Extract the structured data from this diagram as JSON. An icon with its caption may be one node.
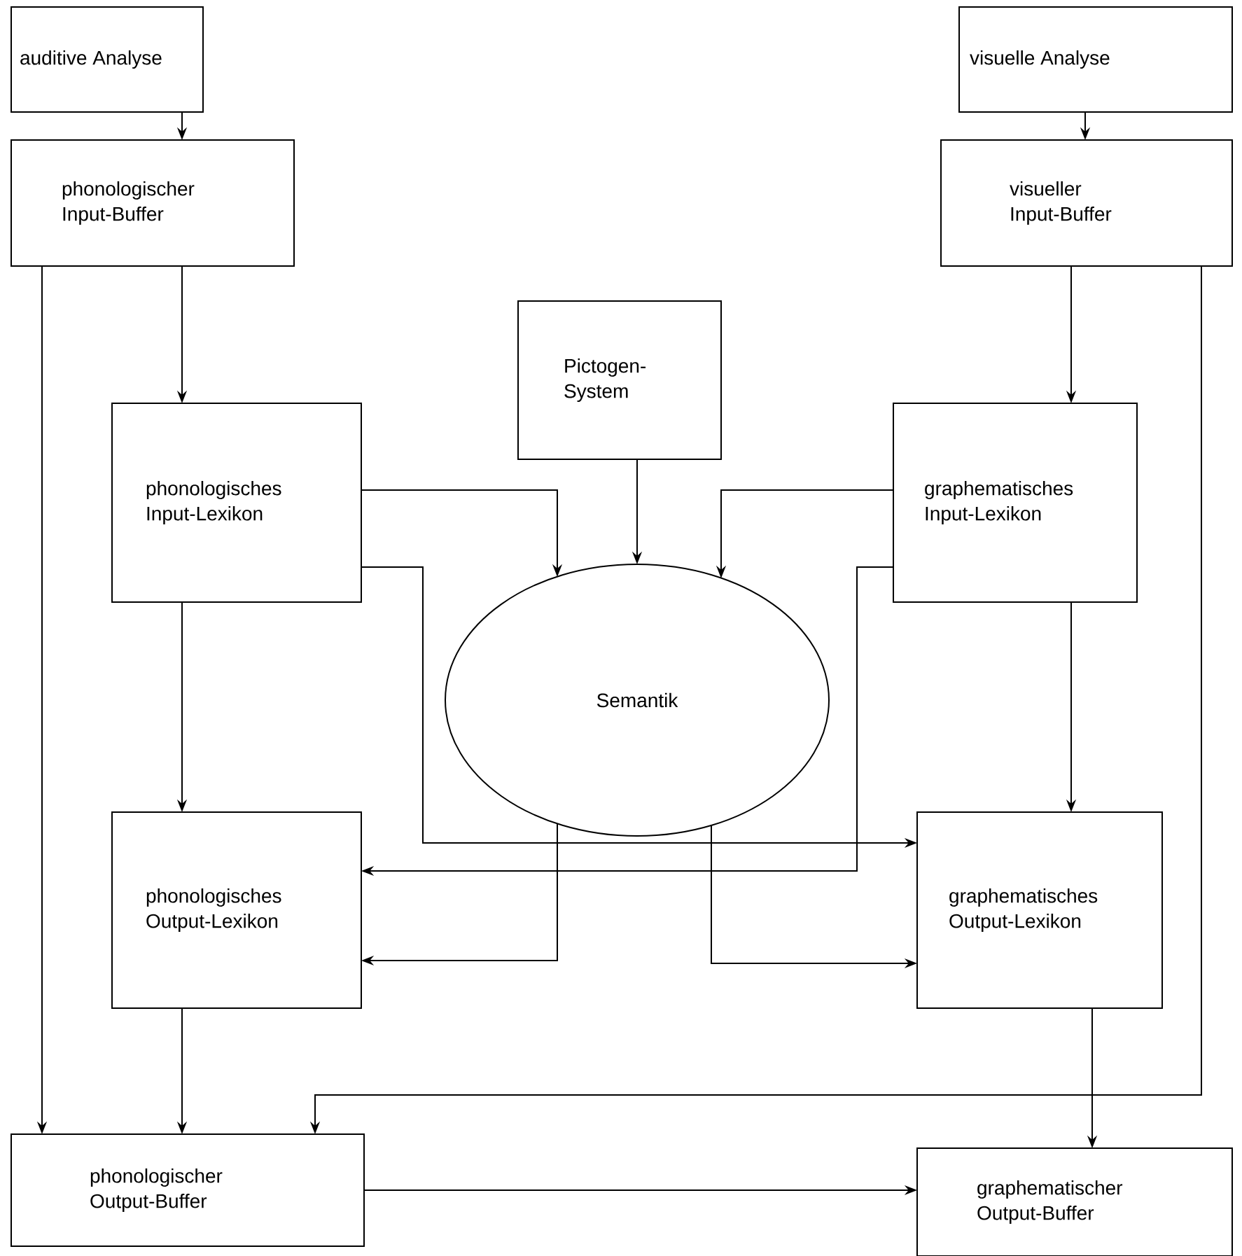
{
  "diagram": {
    "nodes": [
      {
        "text": [
          "auditive Analyse"
        ]
      },
      {
        "text": [
          "visuelle Analyse"
        ]
      },
      {
        "text": [
          "phonologischer Input-Buffer"
        ]
      },
      {
        "text": [
          "visueller Input-Buffer"
        ]
      },
      {
        "text": [
          "Pictogen-System"
        ]
      },
      {
        "text": [
          "phonologisches Input-Lexikon"
        ]
      },
      {
        "text": [
          "graphematisches Input-Lexikon"
        ]
      },
      {
        "text": [
          "Semantik"
        ]
      },
      {
        "text": [
          "phonologisches Output-Lexikon"
        ]
      },
      {
        "text": [
          "graphematisches Output-Lexikon"
        ]
      },
      {
        "text": [
          "phonologischer Output-Buffer"
        ]
      },
      {
        "text": [
          "graphematischer Output-Buffer"
        ]
      }
    ],
    "edges": [
      {
        "from": 0,
        "to": 2,
        "arrow": "to"
      },
      {
        "from": 1,
        "to": 3,
        "arrow": "to"
      },
      {
        "from": 2,
        "to": 5,
        "arrow": "to"
      },
      {
        "from": 3,
        "to": 6,
        "arrow": "to"
      },
      {
        "from": 2,
        "to": 10,
        "arrow": "to"
      },
      {
        "from": 3,
        "to": 10,
        "arrow": "to"
      },
      {
        "from": 4,
        "to": 7,
        "arrow": "to"
      },
      {
        "from": 5,
        "to": 7,
        "arrow": "to"
      },
      {
        "from": 6,
        "to": 7,
        "arrow": "to"
      },
      {
        "from": 5,
        "to": 9,
        "arrow": "to"
      },
      {
        "from": 6,
        "to": 8,
        "arrow": "to"
      },
      {
        "from": 7,
        "to": 8,
        "arrow": "to"
      },
      {
        "from": 7,
        "to": 9,
        "arrow": "to"
      },
      {
        "from": 5,
        "to": 8,
        "arrow": "to"
      },
      {
        "from": 6,
        "to": 9,
        "arrow": "to"
      },
      {
        "from": 8,
        "to": 10,
        "arrow": "to"
      },
      {
        "from": 9,
        "to": 11,
        "arrow": "to"
      },
      {
        "from": 10,
        "to": 11,
        "arrow": "to"
      }
    ]
  }
}
